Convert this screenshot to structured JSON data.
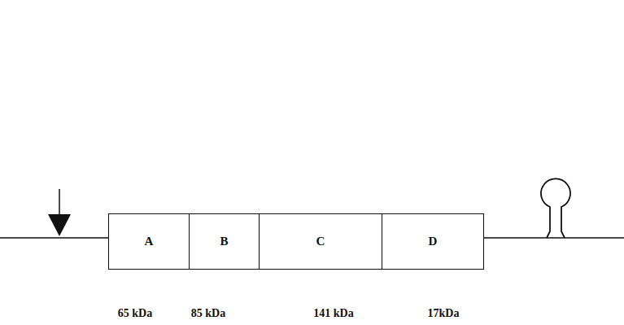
{
  "diagram": {
    "nodes": [
      {
        "text": [
          "A"
        ]
      },
      {
        "text": [
          "B"
        ]
      },
      {
        "text": [
          "C"
        ]
      },
      {
        "text": [
          "D"
        ]
      }
    ],
    "labels": [
      "65 kDa",
      "85 kDa",
      "141 kDa",
      "17kDa"
    ]
  }
}
